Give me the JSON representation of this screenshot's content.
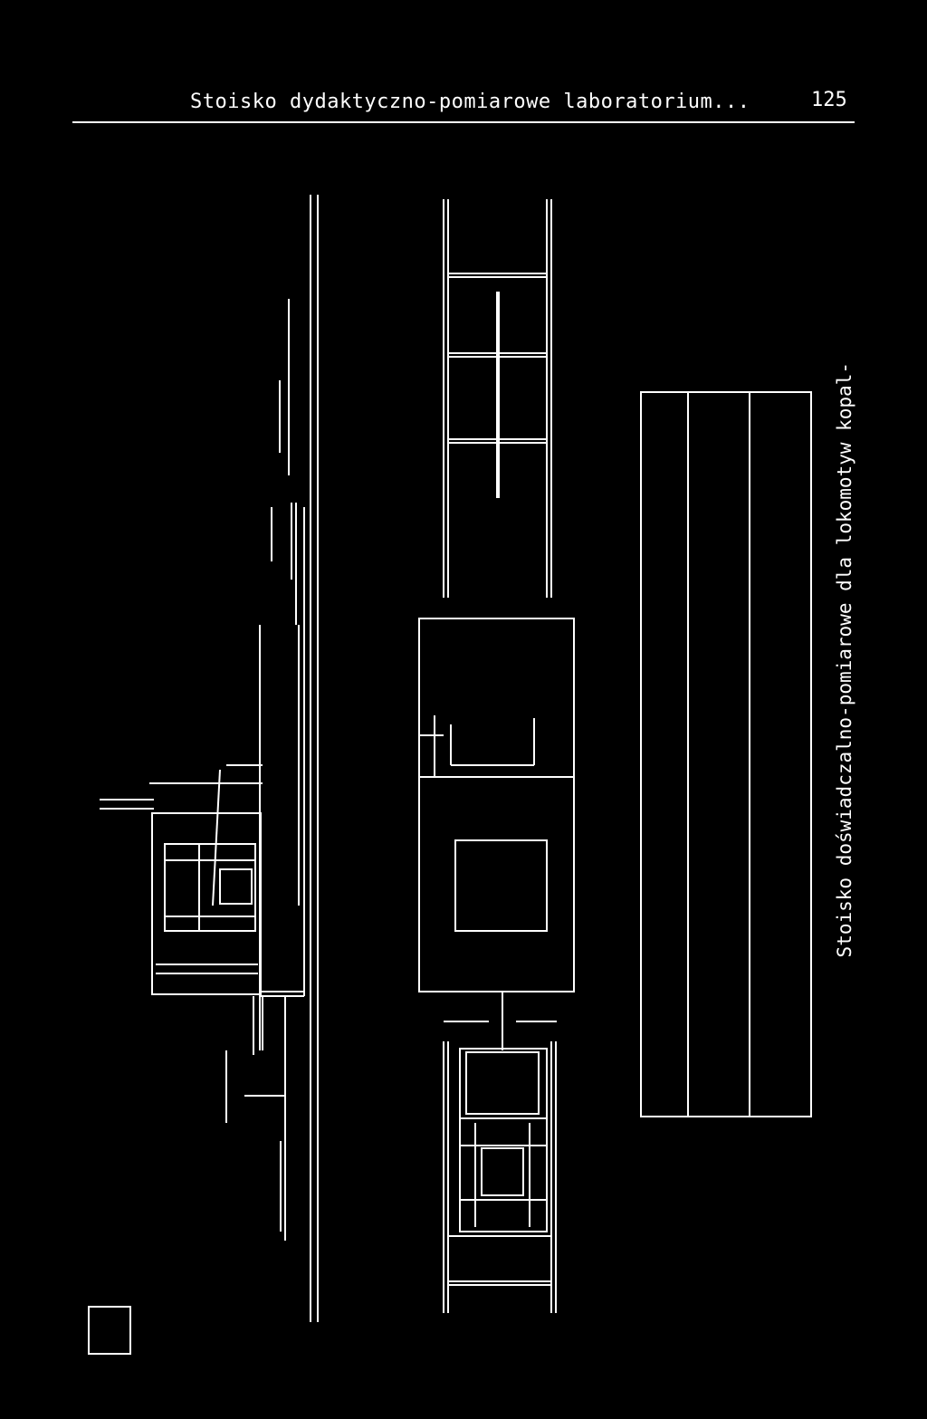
{
  "header": {
    "running_title": "Stoisko dydaktyczno-pomiarowe laboratorium...",
    "page_number": "125"
  },
  "figure": {
    "caption": "Stoisko doświadczalno-pomiarowe dla lokomotyw kopal-"
  },
  "colors": {
    "background": "#000000",
    "ink": "#ffffff"
  }
}
